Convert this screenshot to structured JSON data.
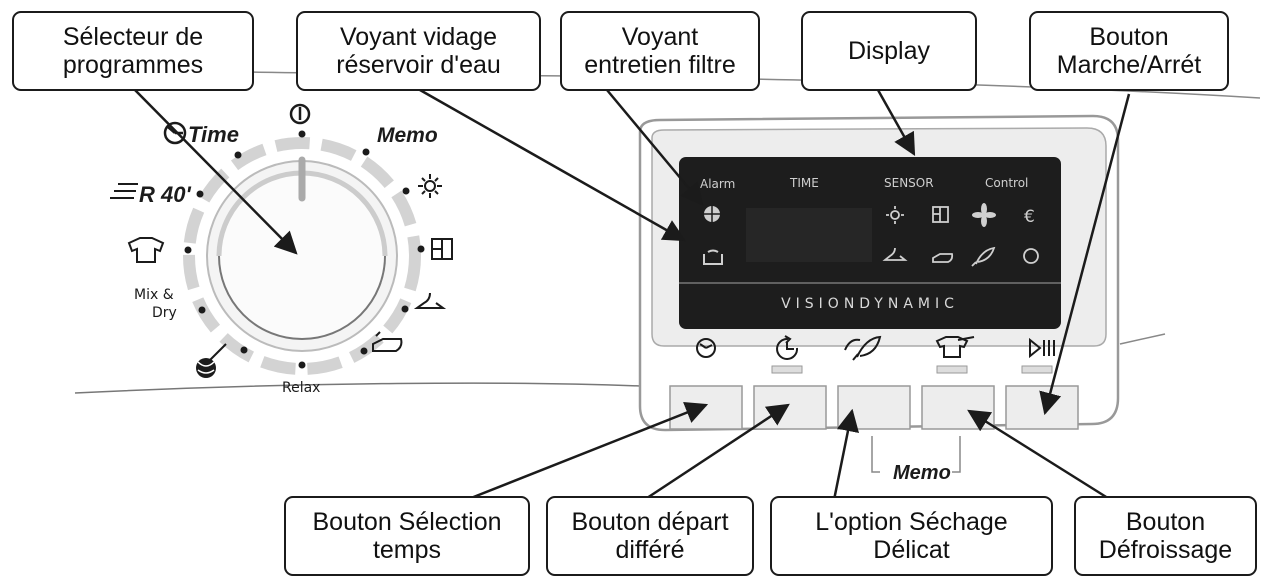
{
  "callouts": {
    "program_selector": "Sélecteur de\nprogrammes",
    "water_tank_light": "Voyant vidage\nréservoir d'eau",
    "filter_light": "Voyant\nentretien filtre",
    "display": "Display",
    "on_off_button": "Bouton\nMarche/Arrét",
    "time_select_button": "Bouton Sélection\ntemps",
    "delay_start_button": "Bouton départ\ndifféré",
    "delicate_option": "L'option  Séchage\nDélicat",
    "anti_crease_button": "Bouton\nDéfroissage"
  },
  "dial": {
    "time_label": "Time",
    "memo_label": "Memo",
    "r40_label": "R 40'",
    "mix_dry_label": "Mix &\nDry",
    "relax_label": "Relax"
  },
  "panel": {
    "alarm": "Alarm",
    "time": "TIME",
    "sensor": "SENSOR",
    "control": "Control",
    "brand": "VISIONDYNAMIC",
    "memo": "Memo"
  },
  "icons": [
    "power-icon",
    "timer-icon",
    "quick-dry-icon",
    "shirt-icon",
    "wool-icon",
    "iron-icon",
    "hanger-icon",
    "cupboard-icon",
    "sun-icon",
    "filter-icon",
    "water-tank-icon",
    "clock-icon",
    "delay-start-icon",
    "feather-icon",
    "anti-crease-icon",
    "play-pause-icon"
  ],
  "colors": {
    "line": "#1b1b1b",
    "display_bg": "#1d1d1d",
    "display_text": "#d9d9d9"
  }
}
